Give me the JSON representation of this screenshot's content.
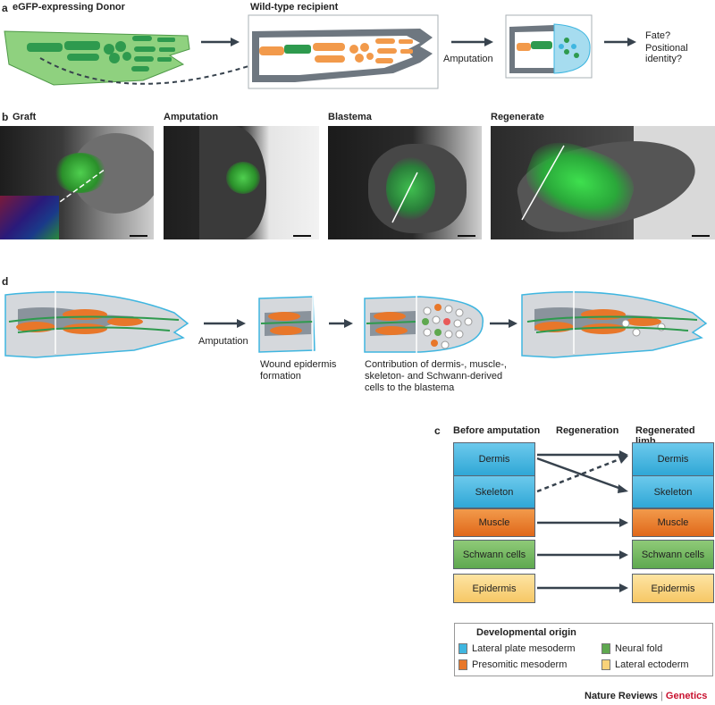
{
  "panel_a": {
    "letter": "a",
    "donor_label": "eGFP-expressing Donor",
    "recipient_label": "Wild-type recipient",
    "amputation_label": "Amputation",
    "question_line1": "Fate?",
    "question_line2": "Positional identity?"
  },
  "panel_b": {
    "letter": "b",
    "titles": [
      "Graft",
      "Amputation",
      "Blastema",
      "Regenerate"
    ]
  },
  "panel_d": {
    "letter": "d",
    "amputation_label": "Amputation",
    "caption_wound": [
      "Wound epidermis",
      "formation"
    ],
    "caption_contribution": [
      "Contribution of dermis-, muscle-,",
      "skeleton- and Schwann-derived",
      "cells to the blastema"
    ]
  },
  "panel_c": {
    "letter": "c",
    "col_before": "Before amputation",
    "col_regeneration": "Regeneration",
    "col_after": "Regenerated limb",
    "left_boxes": [
      "Dermis",
      "Skeleton",
      "Muscle",
      "Schwann cells",
      "Epidermis"
    ],
    "right_boxes": [
      "Dermis",
      "Skeleton",
      "Muscle",
      "Schwann cells",
      "Epidermis"
    ],
    "legend_title": "Developmental origin",
    "legend": [
      "Lateral plate mesoderm",
      "Presomitic mesoderm",
      "Neural fold",
      "Lateral ectoderm"
    ]
  },
  "colors": {
    "lateral_plate": "#3fb6e0",
    "presomitic": "#e8772a",
    "neural_fold": "#5ea84f",
    "lateral_ectoderm": "#f9d27a",
    "arrow": "#37424d",
    "donor_green": "#8fd17f",
    "bone_green": "#2e9a4e",
    "recipient_grey": "#6e7780",
    "bone_orange": "#f29a4b"
  },
  "footer": {
    "journal": "Nature Reviews",
    "separator": "|",
    "section": "Genetics"
  }
}
